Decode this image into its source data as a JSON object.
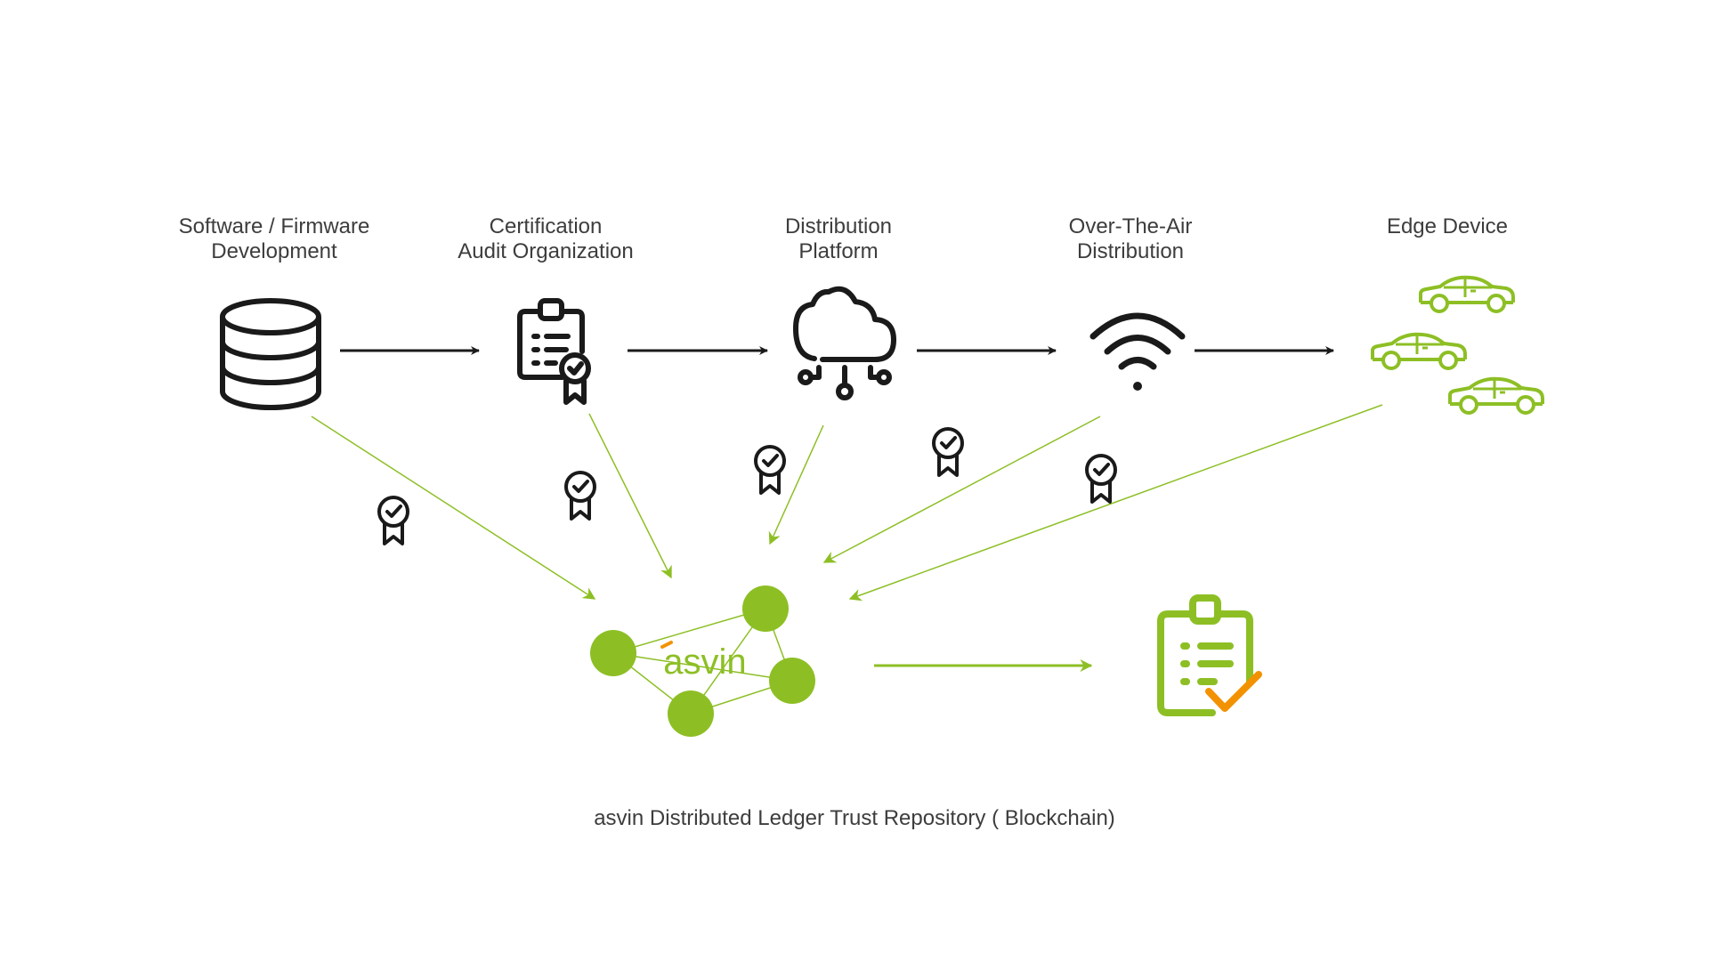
{
  "stages": [
    {
      "line1": "Software / Firmware",
      "line2": "Development",
      "icon": "database-icon"
    },
    {
      "line1": "Certification",
      "line2": "Audit Organization",
      "icon": "certified-clipboard-icon"
    },
    {
      "line1": "Distribution",
      "line2": "Platform",
      "icon": "cloud-network-icon"
    },
    {
      "line1": "Over-The-Air",
      "line2": "Distribution",
      "icon": "wifi-icon"
    },
    {
      "line1": "Edge Device",
      "line2": "",
      "icon": "cars-icon"
    }
  ],
  "ledger": {
    "logo_text": "asvin",
    "caption": "asvin Distributed Ledger Trust Repository ( Blockchain)",
    "result_icon": "verified-clipboard-icon"
  },
  "colors": {
    "accent_green": "#8dbf25",
    "check_orange": "#f39200",
    "icon_black": "#1a1a1a",
    "text_gray": "#3d3d3d"
  }
}
